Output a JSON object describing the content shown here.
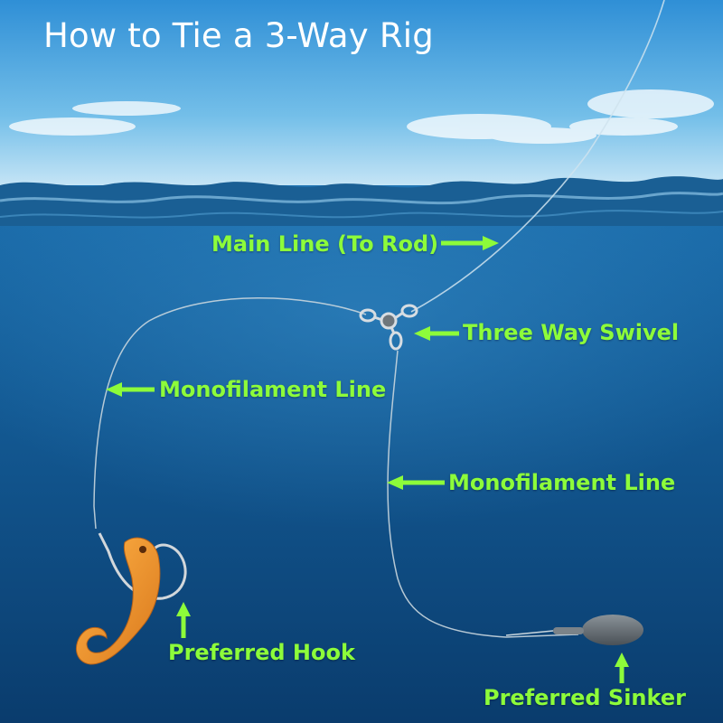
{
  "title": "How to Tie a 3-Way Rig",
  "colors": {
    "label_green": "#8dfc3a",
    "title_white": "#ffffff",
    "sky_top": "#4aa3df",
    "water_deep": "#0b3f73",
    "lure_orange": "#f0962a"
  },
  "labels": {
    "main_line": "Main Line (To Rod)",
    "three_way_swivel": "Three Way Swivel",
    "mono_line_left": "Monofilament Line",
    "mono_line_right": "Monofilament Line",
    "preferred_hook": "Preferred Hook",
    "preferred_sinker": "Preferred Sinker"
  },
  "icons": [
    "arrow-right-icon",
    "arrow-left-icon",
    "arrow-up-icon"
  ]
}
